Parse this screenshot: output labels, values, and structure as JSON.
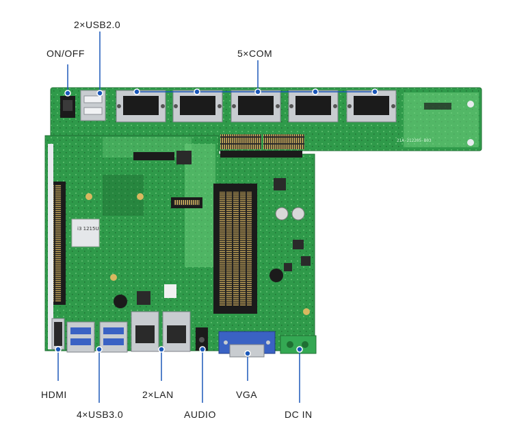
{
  "labels": {
    "usb20": "2×USB2.0",
    "onoff": "ON/OFF",
    "com": "5×COM",
    "hdmi": "HDMI",
    "usb30": "4×USB3.0",
    "lan": "2×LAN",
    "audio": "AUDIO",
    "vga": "VGA",
    "dcin": "DC IN"
  },
  "silkscreen": {
    "cpu": "i3 1215U",
    "riser_pcb": "21A-212205-B03"
  },
  "colors": {
    "pcb": "#2f9a4a",
    "pcb_light": "#6fcf7e",
    "pcb_dark": "#1f6f33",
    "callout_line": "#1a57b8",
    "callout_dot": "#1a57b8",
    "connector_black": "#1b1b1b",
    "metal": "#c8ccd0",
    "vga_blue": "#3a62c4",
    "terminal_green": "#34a853"
  }
}
